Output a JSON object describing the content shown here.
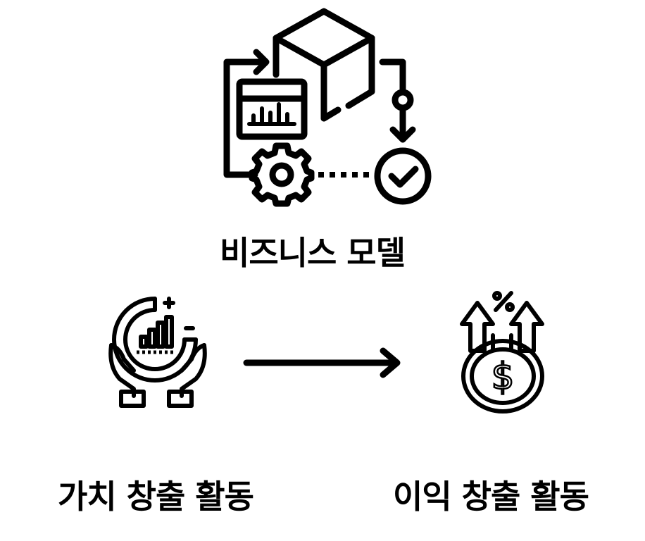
{
  "top": {
    "label": "비즈니스 모델",
    "icon": "business-model-icon"
  },
  "left": {
    "label": "가치 창출 활동",
    "icon": "value-creation-icon"
  },
  "right": {
    "label": "이익 창출 활동",
    "icon": "profit-creation-icon"
  },
  "connector": {
    "icon": "arrow-right-icon"
  },
  "colors": {
    "foreground": "#000000",
    "background": "#ffffff"
  }
}
